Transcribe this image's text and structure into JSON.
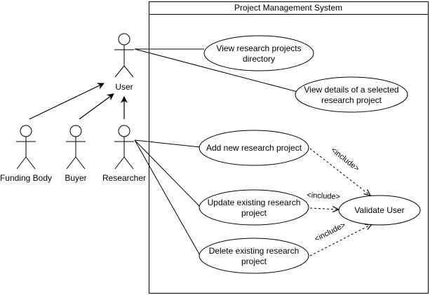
{
  "system": {
    "title": "Project Management System"
  },
  "actors": {
    "user": "User",
    "funding_body": "Funding Body",
    "buyer": "Buyer",
    "researcher": "Researcher"
  },
  "use_cases": {
    "view_directory": [
      "View research projects",
      "directory"
    ],
    "view_details": [
      "View details of a selected",
      "research project"
    ],
    "add_project": [
      "Add new research project"
    ],
    "update_project": [
      "Update existing research",
      "project"
    ],
    "delete_project": [
      "Delete existing research",
      "project"
    ],
    "validate_user": [
      "Validate User"
    ]
  },
  "relations": {
    "include_label": "<include>"
  }
}
